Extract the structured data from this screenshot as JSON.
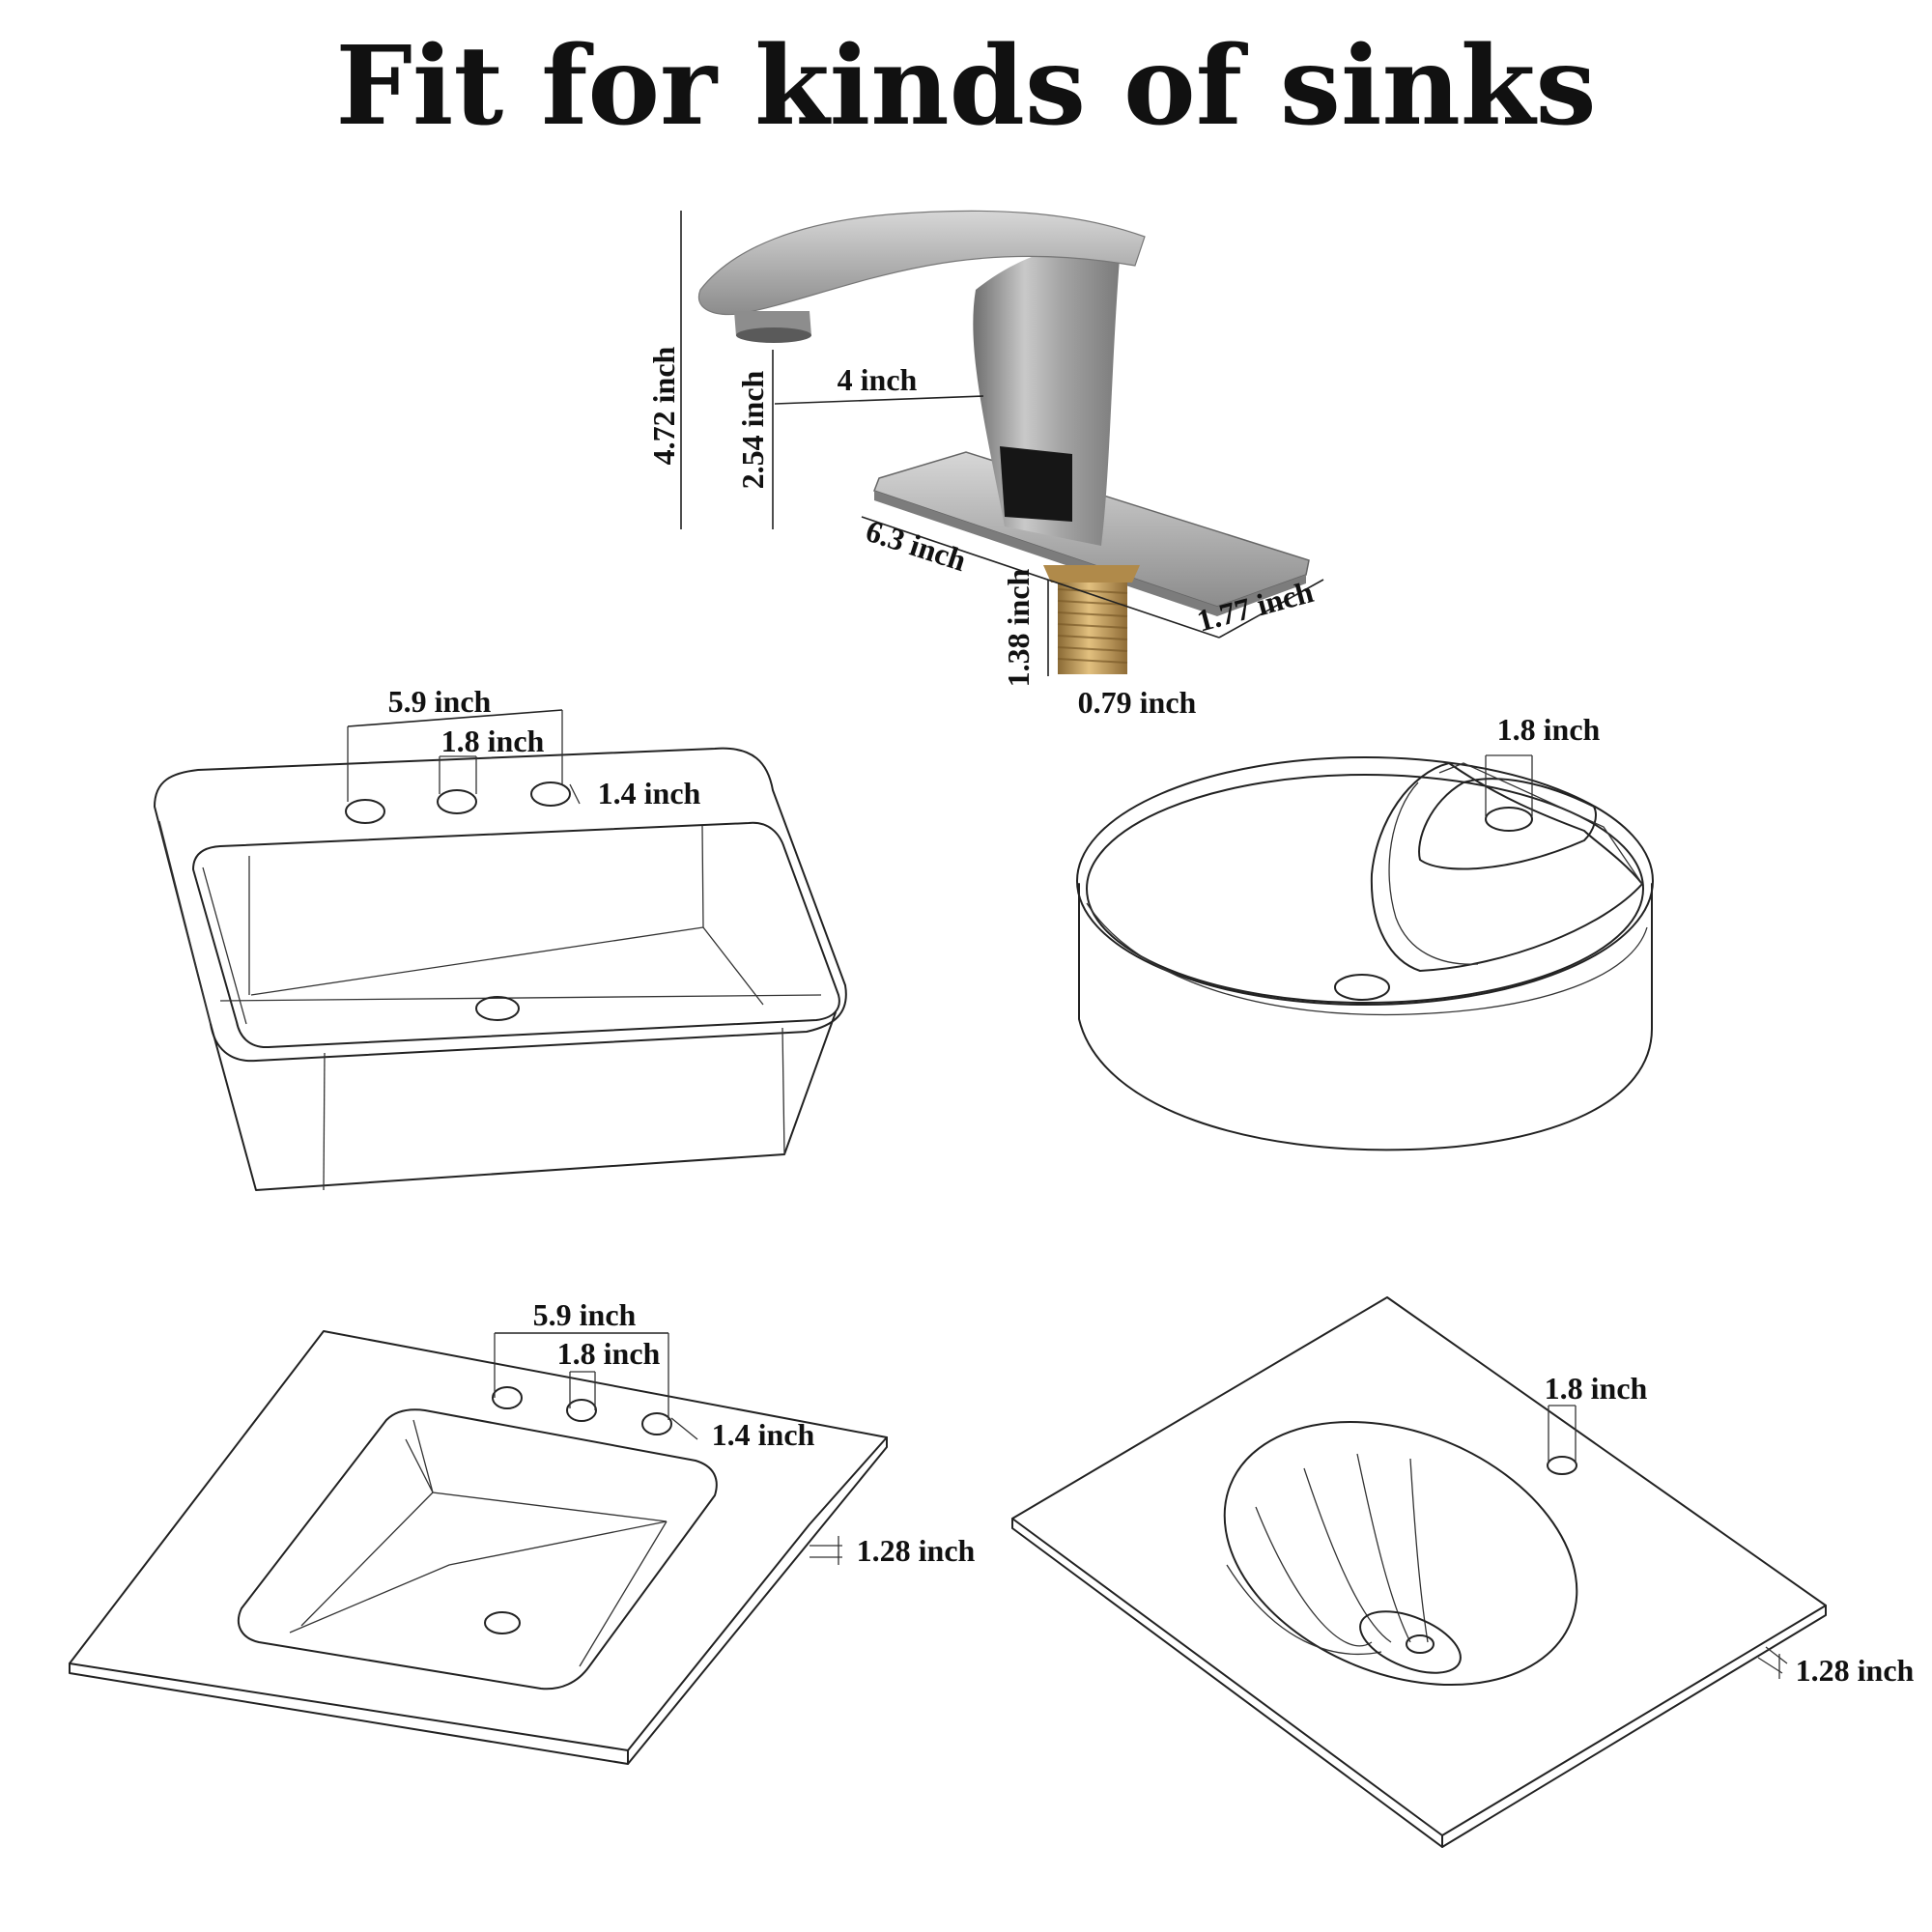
{
  "title": "Fit for kinds of sinks",
  "faucet": {
    "height_total": "4.72 inch",
    "spout_height": "2.54 inch",
    "spout_reach": "4 inch",
    "deck_length": "6.3 inch",
    "deck_width": "1.77 inch",
    "shank_length": "1.38 inch",
    "shank_diameter": "0.79 inch"
  },
  "sinks": {
    "rect_vessel": {
      "spread": "5.9 inch",
      "hole_diameter": "1.8 inch",
      "hole_small": "1.4 inch"
    },
    "round_vessel": {
      "hole_diameter": "1.8 inch"
    },
    "vanity_square": {
      "spread": "5.9 inch",
      "hole_diameter": "1.8 inch",
      "hole_small": "1.4 inch",
      "thickness": "1.28 inch"
    },
    "vanity_oval": {
      "hole_diameter": "1.8 inch",
      "thickness": "1.28 inch"
    }
  },
  "colors": {
    "line": "#222222",
    "faucet_metal": "#9a9a9a",
    "sensor": "#1a1a1a",
    "brass": "#c49a55"
  }
}
